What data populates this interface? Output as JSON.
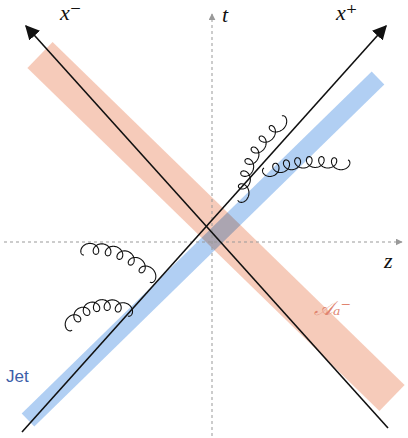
{
  "diagram": {
    "labels": [
      "x⁻",
      "t",
      "x⁺",
      "z",
      "Jet",
      "𝒜ₐ⁻"
    ]
  }
}
